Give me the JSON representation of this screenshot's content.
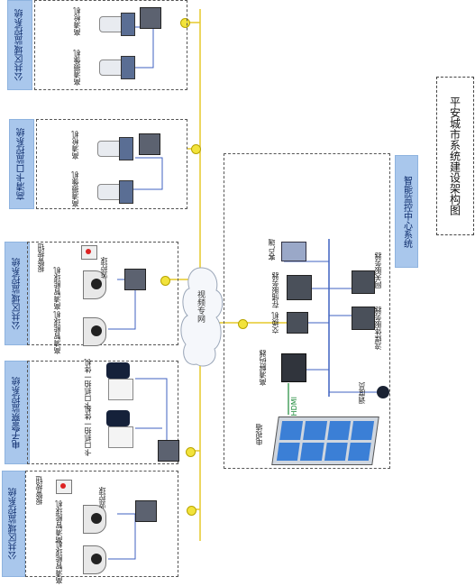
{
  "diagram": {
    "title": "平安城市系统建设架构图",
    "network_label": "视频专网",
    "subsystems": [
      {
        "id": "s1",
        "label": "公共区域监控系统",
        "devices": [
          "高清枪机",
          "高清摄像机"
        ]
      },
      {
        "id": "s2",
        "label": "高清卡口监控系统",
        "devices": [
          "高清枪机",
          "高清摄像机"
        ]
      },
      {
        "id": "s3",
        "label": "公共区域监控系统",
        "devices": [
          "监控球",
          "高清智能球机",
          "高清智能球机"
        ],
        "alarm": "报警按钮"
      },
      {
        "id": "s4",
        "label": "电子警察监控系统",
        "devices": [
          "卡口抓拍一体机",
          "卡口抓拍一体机"
        ]
      },
      {
        "id": "s5",
        "label": "公共区域监控系统",
        "devices": [
          "监控球",
          "高清智能球机",
          "高清智能球机"
        ],
        "alarm": "报警按钮"
      }
    ],
    "center": {
      "label": "智能监控中心系统",
      "devices": {
        "server_top": "网关服务器",
        "client": "客户端",
        "storage": "存储服务器",
        "decoder_server": "流媒体服务器",
        "switch": "交换机",
        "decoder": "高清解码器",
        "speaker": "调度员",
        "wall": "电视墙",
        "hdmi": "HDMI"
      }
    }
  }
}
